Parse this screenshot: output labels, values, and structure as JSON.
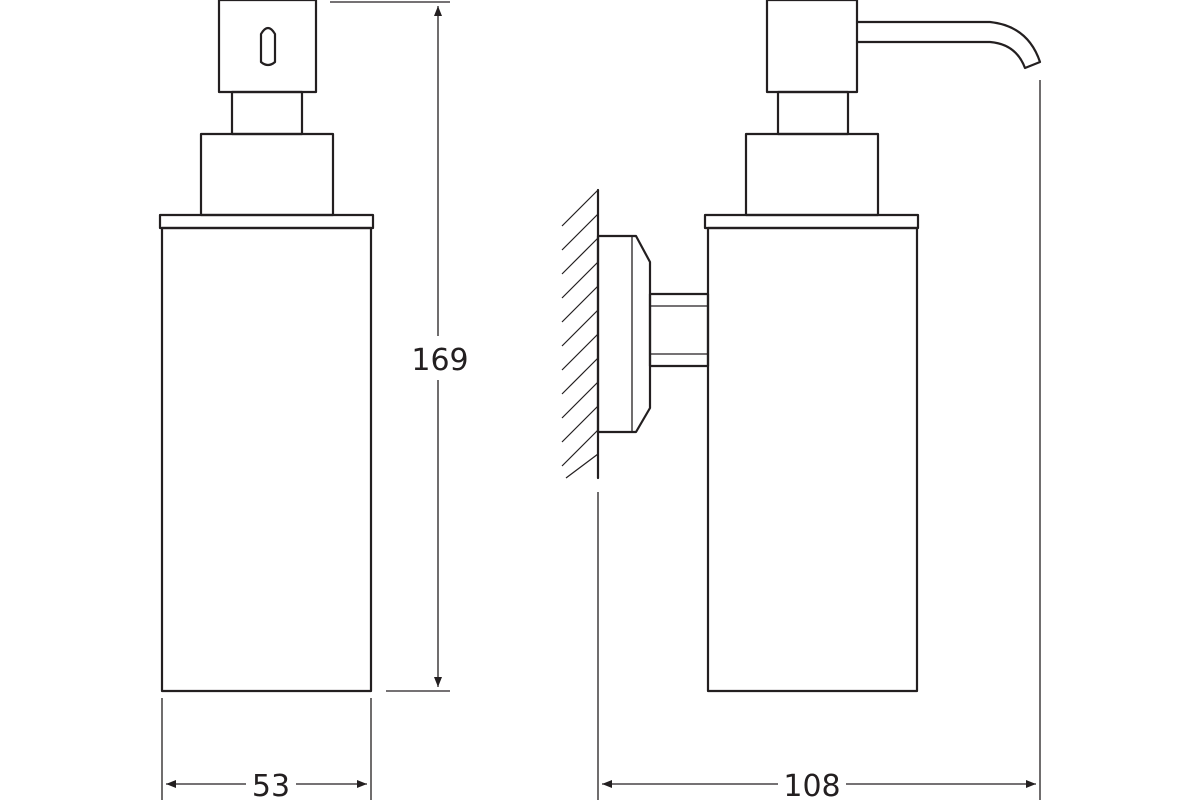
{
  "dimensions": {
    "height": "169",
    "front_width": "53",
    "side_depth": "108"
  }
}
